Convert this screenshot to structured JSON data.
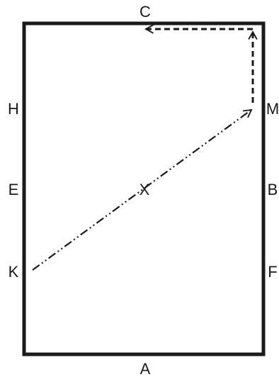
{
  "labels": {
    "top": "C",
    "bottom": "A",
    "left_upper": "H",
    "left_middle": "E",
    "left_lower": "K",
    "right_upper": "M",
    "right_middle": "B",
    "right_lower": "F",
    "center": "X"
  },
  "colors": {
    "stroke": "#1a1a1a",
    "background": "#ffffff"
  }
}
